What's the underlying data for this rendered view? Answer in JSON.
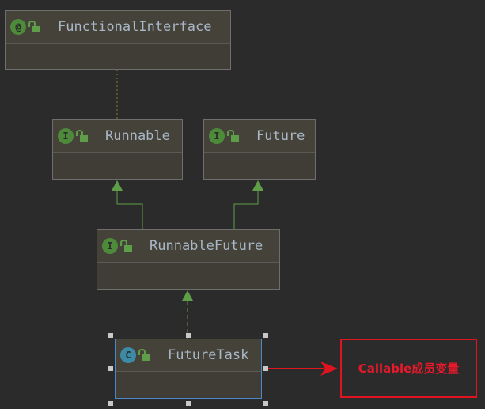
{
  "nodes": {
    "functional_interface": {
      "name": "FunctionalInterface",
      "badge": "@"
    },
    "runnable": {
      "name": "Runnable",
      "badge": "I"
    },
    "future": {
      "name": "Future",
      "badge": "I"
    },
    "runnable_future": {
      "name": "RunnableFuture",
      "badge": "I"
    },
    "future_task": {
      "name": "FutureTask",
      "badge": "C"
    }
  },
  "annotation": {
    "text": "Callable成员变量"
  },
  "colors": {
    "interface_badge": "#4d8a3a",
    "class_badge": "#3d8aa6",
    "arrow": "#5e9e48",
    "annotation": "#e0141e",
    "selection": "#4a88c7"
  }
}
